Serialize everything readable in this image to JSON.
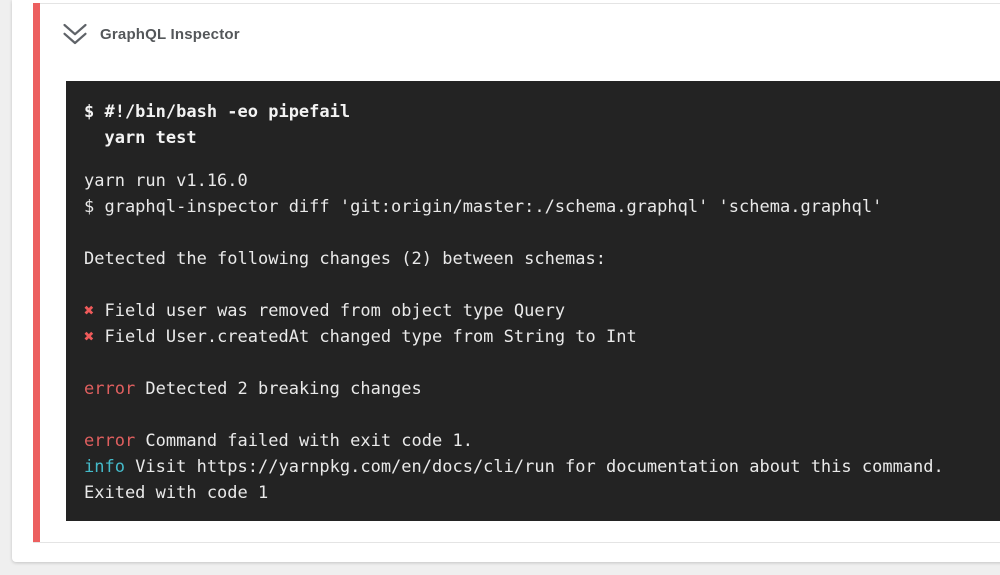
{
  "colors": {
    "page_bg": "#efefef",
    "card_bg": "#ffffff",
    "failed_accent": "#ec5f5f",
    "divider": "#e4e4e4",
    "title_text": "#54575a",
    "terminal_bg": "#232323",
    "terminal_text": "#e9e9e9",
    "terminal_bold_text": "#f3f3f3",
    "icon_stroke": "#5f6368"
  },
  "step": {
    "title": "GraphQL Inspector",
    "status": "failed",
    "collapse_icon": "double-chevron-down-icon"
  },
  "terminal": {
    "colors": {
      "error": "#df5f5f",
      "cross": "#ef5a5a",
      "info": "#44bac9"
    },
    "command_lines": [
      "$ #!/bin/bash -eo pipefail",
      "  yarn test"
    ],
    "output_lines": [
      [
        {
          "t": "yarn run v1.16.0"
        }
      ],
      [
        {
          "t": "$ graphql-inspector diff 'git:origin/master:./schema.graphql' 'schema.graphql'"
        }
      ],
      [],
      [
        {
          "t": "Detected the following changes (2) between schemas:"
        }
      ],
      [],
      [
        {
          "t": "✖",
          "c": "cross"
        },
        {
          "t": " Field user was removed from object type Query"
        }
      ],
      [
        {
          "t": "✖",
          "c": "cross"
        },
        {
          "t": " Field User.createdAt changed type from String to Int"
        }
      ],
      [],
      [
        {
          "t": "error",
          "c": "error"
        },
        {
          "t": " Detected 2 breaking changes"
        }
      ],
      [],
      [
        {
          "t": "error",
          "c": "error"
        },
        {
          "t": " Command failed with exit code 1."
        }
      ],
      [
        {
          "t": "info",
          "c": "info"
        },
        {
          "t": " Visit https://yarnpkg.com/en/docs/cli/run for documentation about this command."
        }
      ],
      [
        {
          "t": "Exited with code 1"
        }
      ]
    ]
  }
}
